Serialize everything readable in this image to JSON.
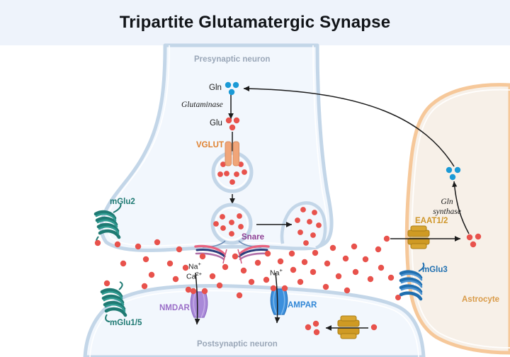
{
  "title": "Tripartite Glutamatergic Synapse",
  "colors": {
    "header_bg": "#eef3fb",
    "title_text": "#111418",
    "neuron_fill": "#f2f7fd",
    "neuron_membrane": "#c3d6e8",
    "astrocyte_fill": "#f7f0e8",
    "astrocyte_membrane": "#f6c89a",
    "glutamate_dot": "#e8524c",
    "glutamine_dot": "#1b9ad6",
    "mglu2_teal": "#1f7a73",
    "mglu3_blue": "#1f6fb0",
    "nmdar_purple": "#a989d8",
    "ampar_blue": "#3b8fdd",
    "vglut_orange": "#f0a579",
    "eaat_gold": "#cf9a23",
    "snare_pink": "#e8637f",
    "snare_navy": "#2c3f7c",
    "arrow": "#1b1b1b"
  },
  "cells": {
    "presynaptic": "Presynaptic neuron",
    "postsynaptic": "Postsynaptic neuron",
    "astrocyte": "Astrocyte"
  },
  "molecules": {
    "gln": "Gln",
    "glu": "Glu"
  },
  "enzymes": {
    "glutaminase": "Glutaminase",
    "gln_synthase_line1": "Gln",
    "gln_synthase_line2": "synthase"
  },
  "transporters": {
    "vglut": "VGLUT",
    "eaat": "EAAT1/2"
  },
  "receptors": {
    "mglu2": "mGlu2",
    "mglu1_5": "mGlu1/5",
    "mglu3": "mGlu3",
    "nmdar": "NMDAR",
    "ampar": "AMPAR"
  },
  "complexes": {
    "snare": "Snare"
  },
  "ions": {
    "na_nmdar": "Na",
    "na_nmdar_sup": "+",
    "ca_nmdar": "Ca",
    "ca_nmdar_sup": "2+",
    "na_ampar": "Na",
    "na_ampar_sup": "+"
  },
  "chart_data": {
    "type": "diagram",
    "compartments": [
      {
        "name": "Presynaptic neuron",
        "fill": "#f2f7fd"
      },
      {
        "name": "Postsynaptic neuron",
        "fill": "#f2f7fd"
      },
      {
        "name": "Astrocyte",
        "fill": "#f7f0e8"
      }
    ],
    "pathway_steps": [
      "Gln enters presynaptic terminal",
      "Glutaminase converts Gln to Glu",
      "VGLUT loads Glu into synaptic vesicle",
      "Vesicle traffics to active zone",
      "Snare complex mediates vesicle fusion",
      "Glu released into synaptic cleft",
      "Glu binds NMDAR (Na+, Ca2+) and AMPAR (Na+) on postsynaptic neuron",
      "Glu binds mGlu1/5 postsynaptically and mGlu2 presynaptically",
      "EAAT1/2 transports Glu into astrocyte",
      "Gln synthase converts Glu to Gln in astrocyte",
      "Gln returns to presynaptic neuron"
    ],
    "glutamate_cleft_dots": 38,
    "vesicle_dot_counts": [
      7,
      7,
      8
    ]
  }
}
